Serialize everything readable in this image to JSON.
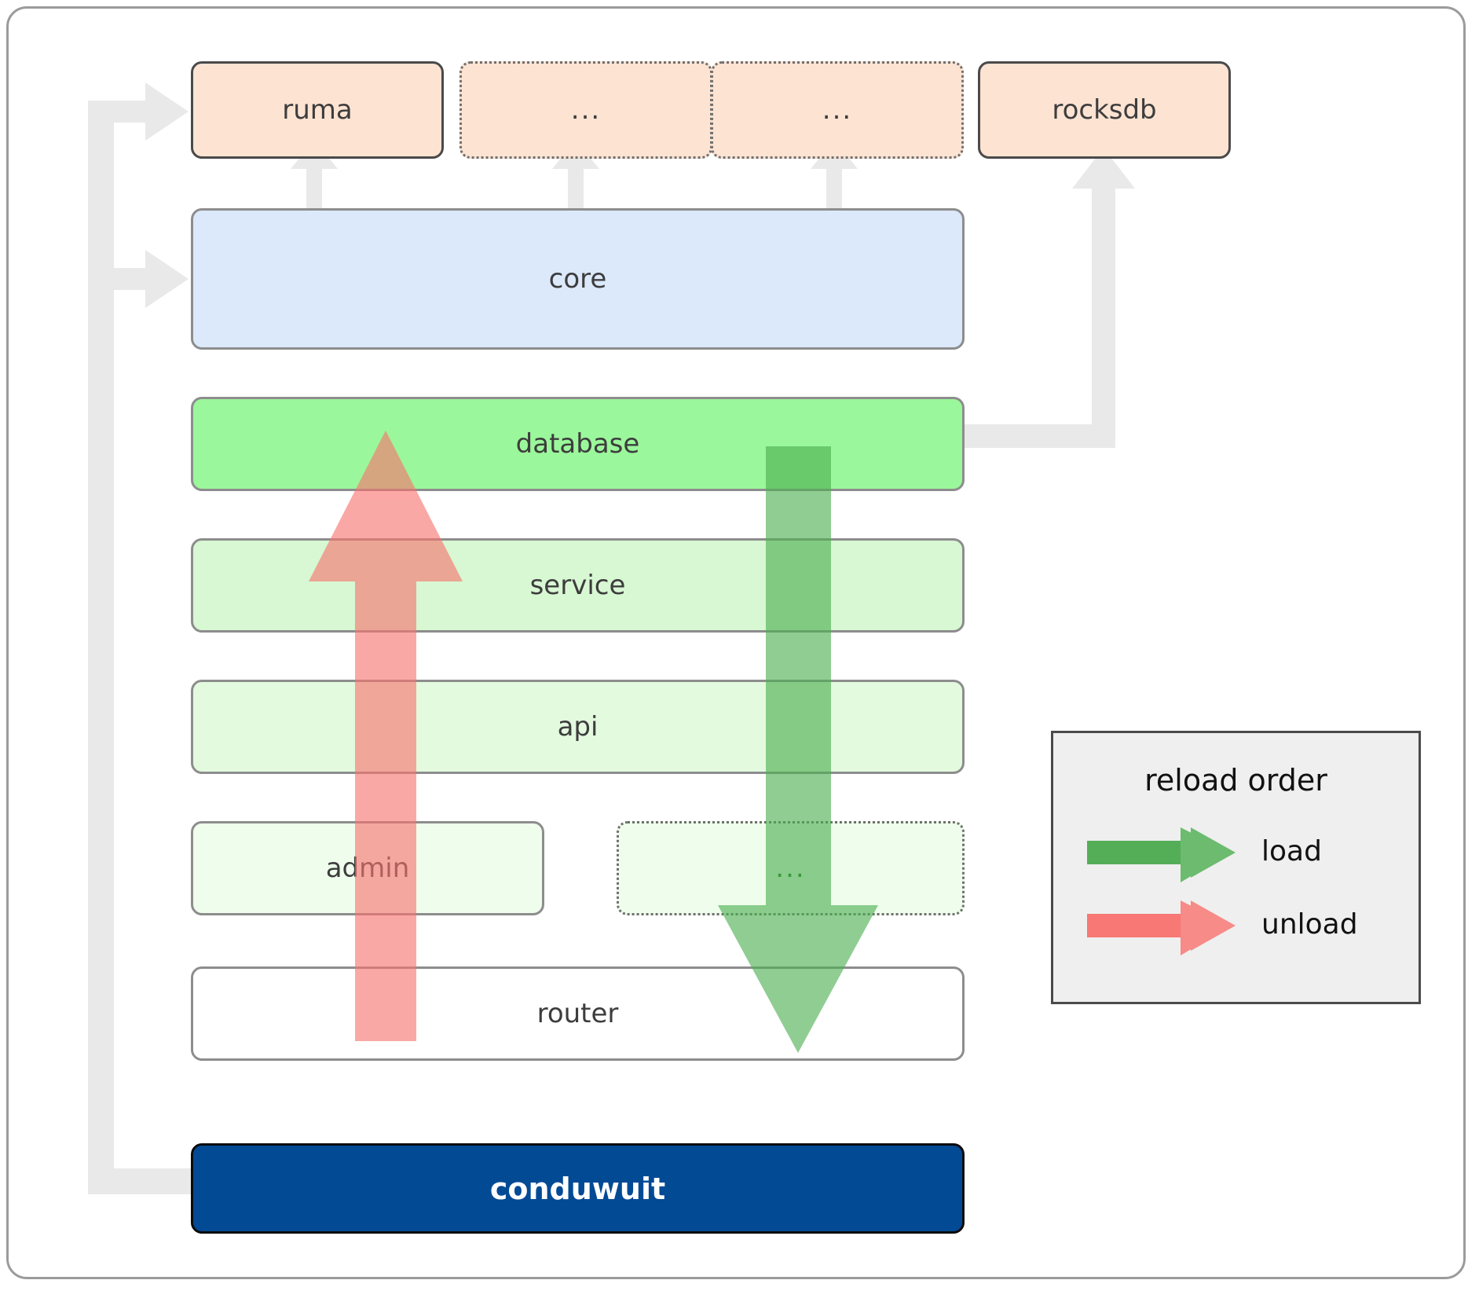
{
  "diagram": {
    "title": "conduwuit crate layering / reload order",
    "type": "architecture-layer-diagram"
  },
  "colors": {
    "frame_border": "#9b9b9b",
    "peach_fill": "#fde3d2",
    "blue_fill": "#dbe9fb",
    "green_database": "#9bf79b",
    "green_service": "#d8f7d3",
    "green_api": "#e3fade",
    "green_admin": "#effdec",
    "router_fill": "#ffffff",
    "conduwuit_fill": "#034a95",
    "conduwuit_text": "#ffffff",
    "flow_arrow": "#e9e9e9",
    "load_arrow": "#4caf50",
    "unload_arrow": "#f8736f",
    "legend_fill": "#efefef",
    "text": "#3d3d3d"
  },
  "external_row": [
    {
      "label": "ruma",
      "border": "solid",
      "name": "ruma"
    },
    {
      "label": "...",
      "border": "dotted",
      "name": "more-1"
    },
    {
      "label": "...",
      "border": "dotted",
      "name": "more-2"
    },
    {
      "label": "rocksdb",
      "border": "solid",
      "name": "rocksdb"
    }
  ],
  "layers": [
    {
      "label": "core",
      "name": "core"
    },
    {
      "label": "database",
      "name": "database"
    },
    {
      "label": "service",
      "name": "service"
    },
    {
      "label": "api",
      "name": "api"
    },
    {
      "label": "admin",
      "name": "admin"
    },
    {
      "label": "...",
      "name": "more-layer"
    },
    {
      "label": "router",
      "name": "router"
    }
  ],
  "binary": {
    "label": "conduwuit"
  },
  "legend": {
    "title": "reload order",
    "items": [
      {
        "label": "load",
        "color": "#4caf50",
        "direction": "right"
      },
      {
        "label": "unload",
        "color": "#f8736f",
        "direction": "right"
      }
    ]
  },
  "flow_arrows": {
    "load_direction": "down",
    "unload_direction": "up",
    "dependency_direction": "up"
  }
}
